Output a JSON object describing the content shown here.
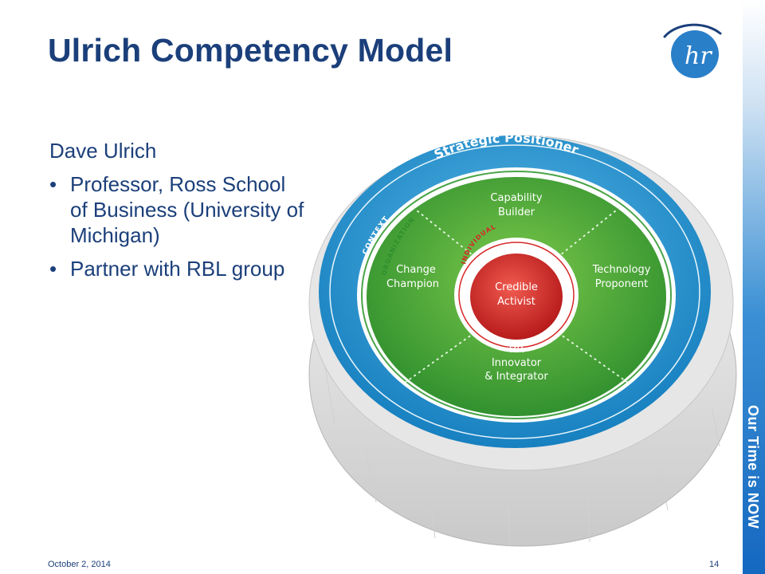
{
  "slide": {
    "title": "Ulrich Competency Model",
    "lead": "Dave Ulrich",
    "bullets": [
      "Professor, Ross School of Business (University of Michigan)",
      "Partner with RBL group"
    ],
    "side_tagline": "Our Time is NOW",
    "logo_text": "hr",
    "footer_date": "October 2, 2014",
    "page_number": "14"
  },
  "diagram": {
    "outer_ring": {
      "label": "CONTEXT",
      "title": "Strategic Positioner",
      "color": "#1f95cf"
    },
    "middle_ring": {
      "label": "ORGANIZATION",
      "color": "#3fa33a"
    },
    "inner_ring": {
      "label": "INDIVIDUAL",
      "color": "#d62828"
    },
    "center": {
      "line1": "Credible",
      "line2": "Activist"
    },
    "segments": {
      "top": {
        "line1": "Capability",
        "line2": "Builder"
      },
      "left": {
        "line1": "Change",
        "line2": "Champion"
      },
      "right": {
        "line1": "Technology",
        "line2": "Proponent"
      },
      "bottom": {
        "line1": "HR",
        "line2": "Innovator",
        "line3": "& Integrator"
      }
    }
  },
  "colors": {
    "title": "#1b3f7a",
    "accent_blue": "#1f95cf",
    "accent_green": "#3fa33a",
    "accent_red": "#d62828"
  }
}
